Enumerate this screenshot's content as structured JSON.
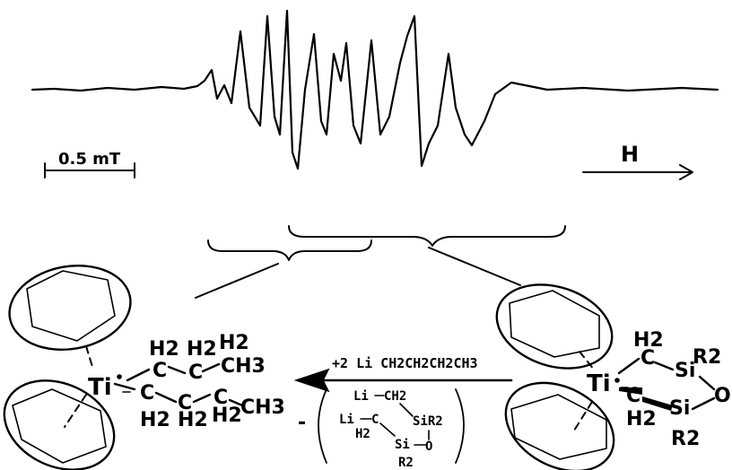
{
  "scale_label": "0.5 mT",
  "field_label": "H",
  "left_complex": {
    "metal": "Ti",
    "upper_chain": [
      "C",
      "C",
      "CH3"
    ],
    "upper_h": [
      "H2",
      "H2",
      "H2"
    ],
    "lower_chain": [
      "C",
      "C",
      "C",
      "CH3"
    ],
    "lower_h": [
      "H2",
      "H2",
      "H2"
    ]
  },
  "reaction": {
    "reagent": "+2 Li CH2CH2CH2CH3",
    "minus": "-",
    "byproduct": {
      "li1": "Li",
      "ch2": "CH2",
      "li2": "Li",
      "c": "C",
      "h2": "H2",
      "sir2": "SiR2",
      "si": "Si",
      "o": "O",
      "r2": "R2"
    }
  },
  "right_complex": {
    "metal": "Ti",
    "h2_top": "H2",
    "c_top": "C",
    "si_top": "Si",
    "r2_top": "R2",
    "o": "O",
    "c_bottom": "C",
    "si_bottom": "Si",
    "h2_bottom": "H2",
    "r2_bottom": "R2"
  }
}
